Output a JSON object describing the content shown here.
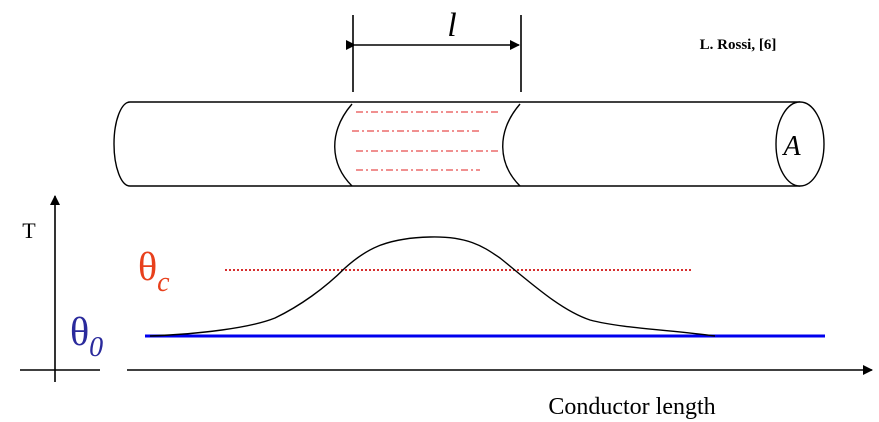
{
  "citation": "L. Rossi, [6]",
  "length_symbol": "l",
  "area_symbol": "A",
  "y_axis_label": "T",
  "x_axis_label": "Conductor length",
  "theta_c": {
    "symbol": "θ",
    "subscript": "c"
  },
  "theta_0": {
    "symbol": "θ",
    "subscript": "0"
  },
  "colors": {
    "line": "#000000",
    "theta_c": "#e8401c",
    "theta_0": "#2a2a9c",
    "baseline": "#0000ee",
    "dashes": "#e02020",
    "critical_line": "#d01010"
  }
}
